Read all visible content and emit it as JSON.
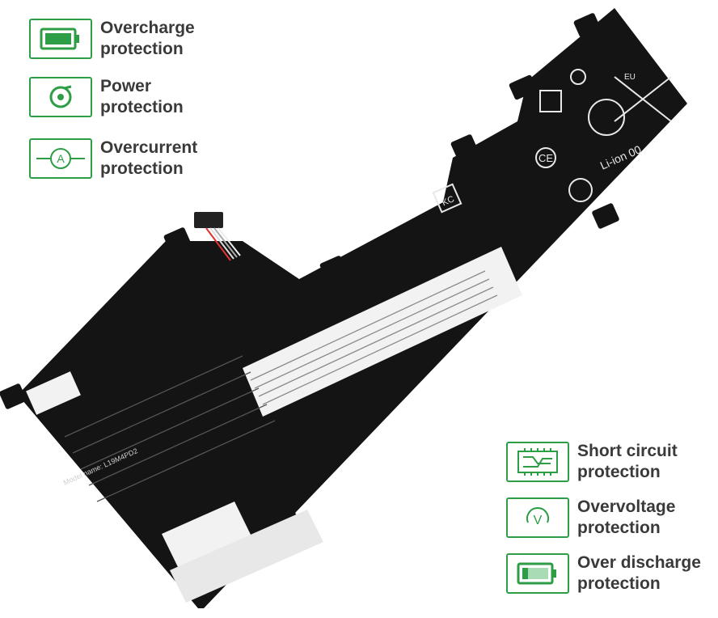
{
  "colors": {
    "accent_green": "#2e9e46",
    "battery_body": "#141414",
    "label_text": "#3a3a3a"
  },
  "features": [
    {
      "icon": "battery-full-icon",
      "label": "Overcharge\nprotection"
    },
    {
      "icon": "power-ring-icon",
      "label": "Power\nprotection"
    },
    {
      "icon": "ammeter-icon",
      "label": "Overcurrent\nprotection"
    },
    {
      "icon": "circuit-board-icon",
      "label": "Short circuit\nprotection"
    },
    {
      "icon": "voltmeter-icon",
      "label": "Overvoltage\nprotection"
    },
    {
      "icon": "battery-low-icon",
      "label": "Over discharge\nprotection"
    }
  ],
  "battery": {
    "model_line": "Model name: L19M4PD2",
    "chemistry": "Li-ion 00",
    "eu_mark": "EU",
    "ce_mark": "CE",
    "kc_mark": "KC"
  }
}
